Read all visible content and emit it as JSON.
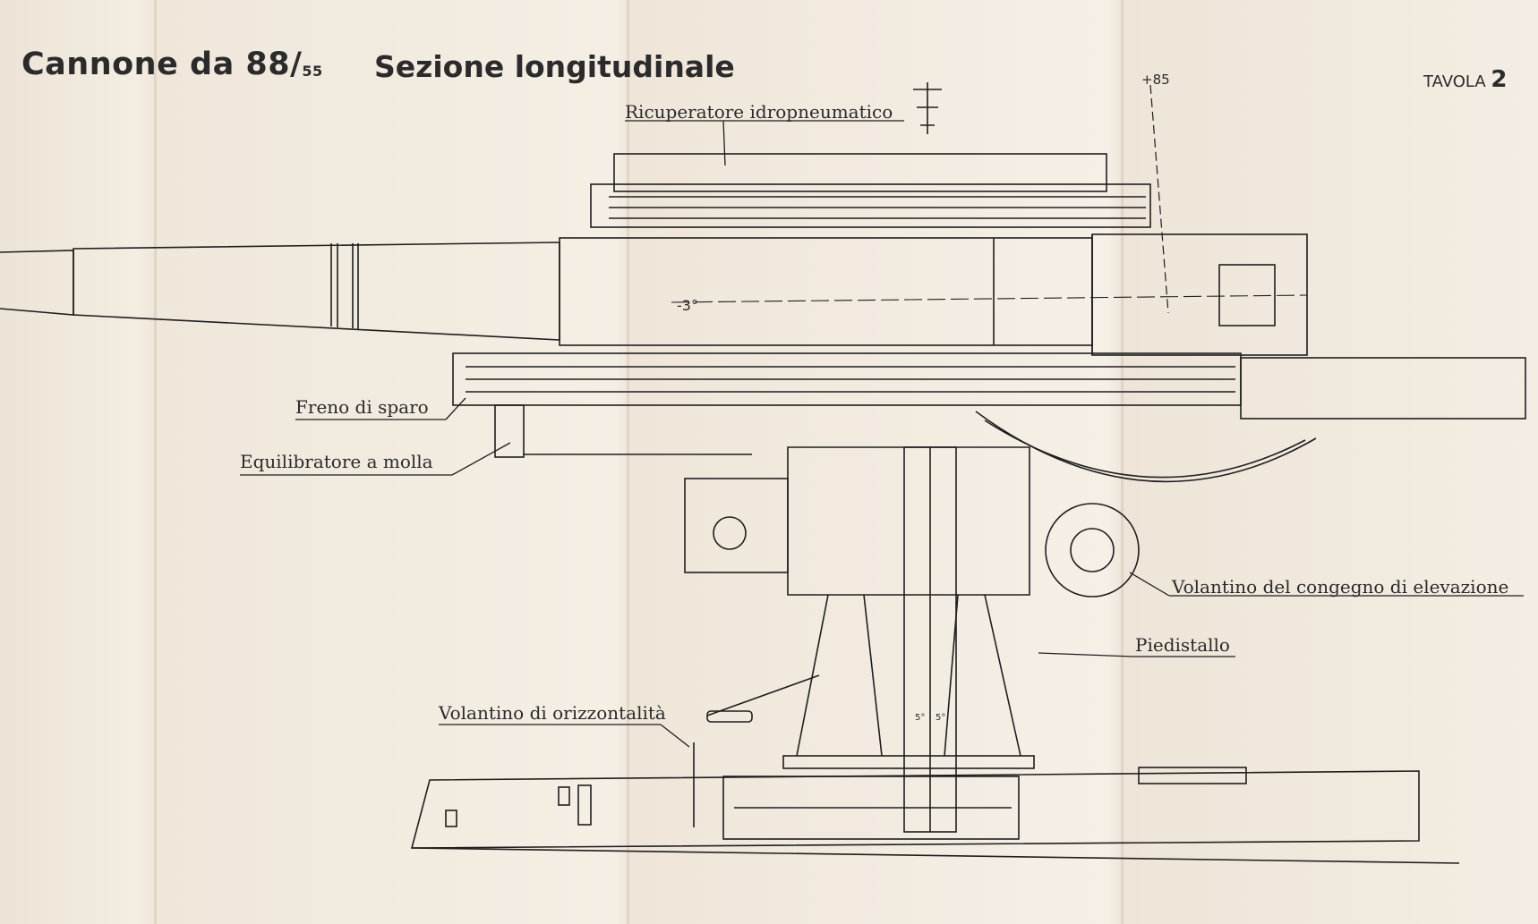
{
  "header": {
    "title_main": "Cannone da 88/",
    "title_main_sub": "55",
    "title_section": "Sezione longitudinale",
    "plate_label": "TAVOLA",
    "plate_number": "2"
  },
  "dimensions": {
    "elevation_mark": "+85",
    "barrel_angle": "-3°",
    "angle_left": "5°",
    "angle_right": "5°"
  },
  "labels": {
    "recuperator": "Ricuperatore idropneumatico",
    "recoil_brake": "Freno di sparo",
    "spring_equilibrator": "Equilibratore a molla",
    "elevation_handwheel": "Volantino del congegno di elevazione",
    "pedestal": "Piedistallo",
    "leveling_handwheel": "Volantino di orizzontalità"
  }
}
